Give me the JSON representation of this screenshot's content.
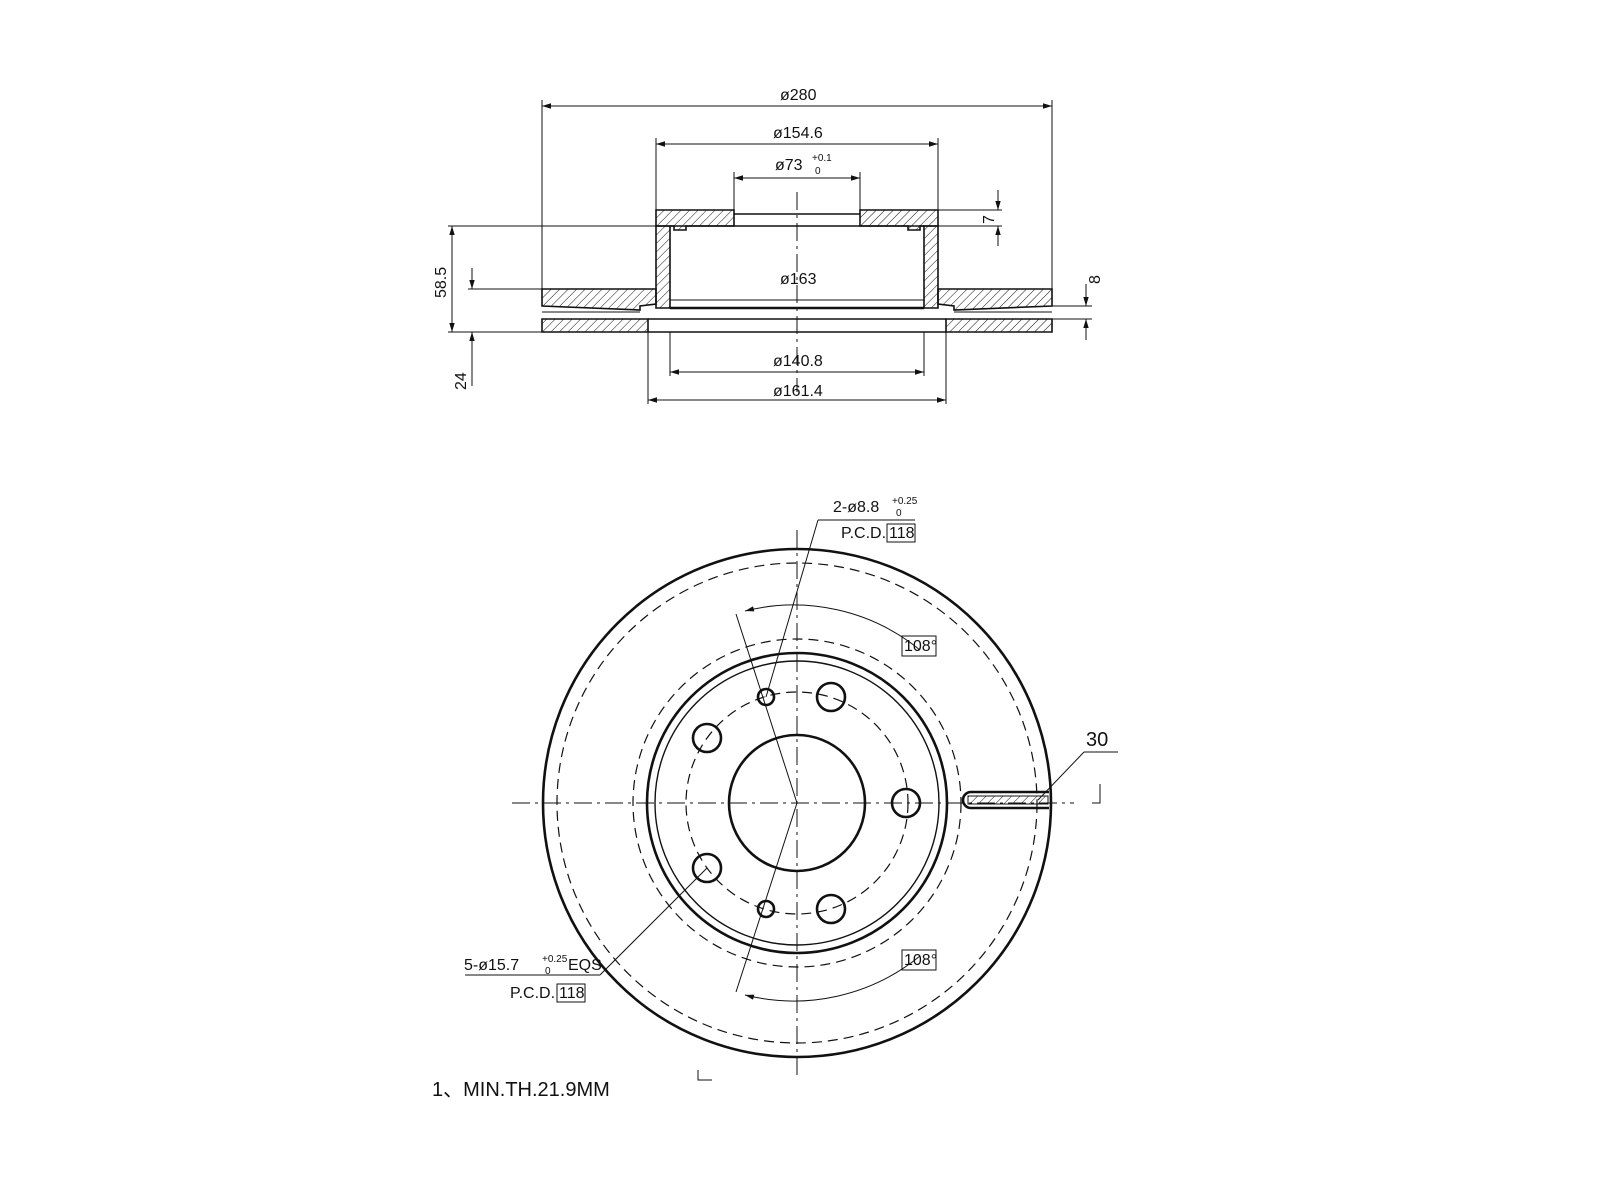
{
  "side_view": {
    "d_outer": "ø280",
    "d_hat_top": "ø154.6",
    "d_center_bore": "ø73",
    "d_center_bore_tol_upper": "+0.1",
    "d_center_bore_tol_lower": "0",
    "d_hat_inner": "ø163",
    "d_lower_inner": "ø140.8",
    "d_lower_outer": "ø161.4",
    "height_total": "58.5",
    "height_lower": "24",
    "hat_thickness": "7",
    "friction_thickness": "8"
  },
  "front_view": {
    "small_holes": "2-ø8.8",
    "small_holes_tol_upper": "+0.25",
    "small_holes_tol_lower": "0",
    "small_holes_pcd_label": "P.C.D.",
    "small_holes_pcd_value": "118",
    "bolt_holes": "5-ø15.7",
    "bolt_holes_tol_upper": "+0.25",
    "bolt_holes_tol_lower": "0",
    "bolt_holes_suffix": "EQS",
    "bolt_holes_pcd_label": "P.C.D.",
    "bolt_holes_pcd_value": "118",
    "angle_top": "108°",
    "angle_bottom": "108°",
    "slot_width": "30"
  },
  "note": "1、MIN.TH.21.9MM"
}
